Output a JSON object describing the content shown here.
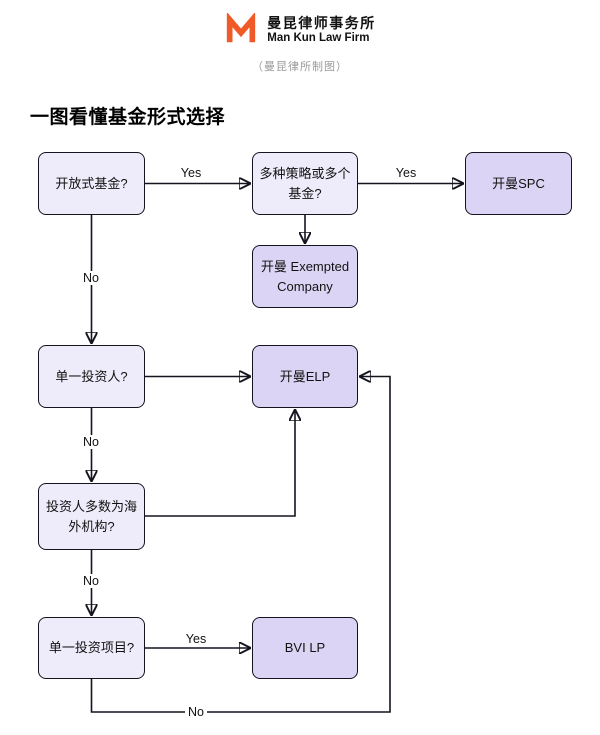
{
  "header": {
    "firm_name_cn": "曼昆律师事务所",
    "firm_name_en": "Man Kun Law Firm",
    "caption": "（曼昆律所制图）"
  },
  "title": "一图看懂基金形式选择",
  "flow": {
    "nodes": {
      "open_fund": "开放式基金?",
      "multi_strategy": "多种策略或多个基金?",
      "spc": "开曼SPC",
      "exempted": "开曼 Exempted Company",
      "single_investor": "单一投资人?",
      "elp": "开曼ELP",
      "overseas": "投资人多数为海外机构?",
      "single_project": "单一投资项目?",
      "bvi": "BVI LP"
    },
    "edge_labels": {
      "yes1": "Yes",
      "yes2": "Yes",
      "no1": "No",
      "no2": "No",
      "no3": "No",
      "yes3": "Yes",
      "no4": "No"
    }
  },
  "colors": {
    "accent_orange": "#F05A28",
    "node_fill_light": "#EEECFA",
    "node_fill_dark": "#DCD4F4",
    "line": "#14141F",
    "caption_gray": "#9A9A9A"
  }
}
